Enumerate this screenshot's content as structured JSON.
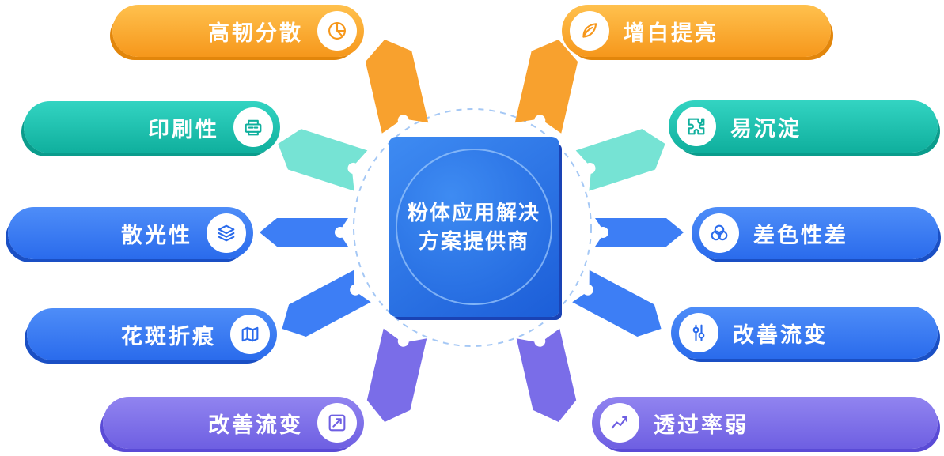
{
  "center": {
    "title_line1": "粉体应用解决",
    "title_line2": "方案提供商"
  },
  "left_items": [
    {
      "label": "高韧分散",
      "icon": "pie-chart-icon",
      "color": "orange"
    },
    {
      "label": "印刷性",
      "icon": "printer-icon",
      "color": "teal"
    },
    {
      "label": "散光性",
      "icon": "layers-icon",
      "color": "blue"
    },
    {
      "label": "花斑折痕",
      "icon": "map-icon",
      "color": "blue"
    },
    {
      "label": "改善流变",
      "icon": "trend-arrow-icon",
      "color": "purple"
    }
  ],
  "right_items": [
    {
      "label": "增白提亮",
      "icon": "leaf-icon",
      "color": "orange"
    },
    {
      "label": "易沉淀",
      "icon": "puzzle-icon",
      "color": "teal"
    },
    {
      "label": "差色性差",
      "icon": "color-circles-icon",
      "color": "blue"
    },
    {
      "label": "改善流变",
      "icon": "sliders-icon",
      "color": "blue"
    },
    {
      "label": "透过率弱",
      "icon": "line-chart-icon",
      "color": "purple"
    }
  ],
  "colors": {
    "orange": "#F6971B",
    "teal": "#0FAF9D",
    "blue": "#2A6BEC",
    "purple": "#6E5FE2",
    "center_blue": "#1C5ED8",
    "dashed_ring": "#A5C8F5"
  }
}
